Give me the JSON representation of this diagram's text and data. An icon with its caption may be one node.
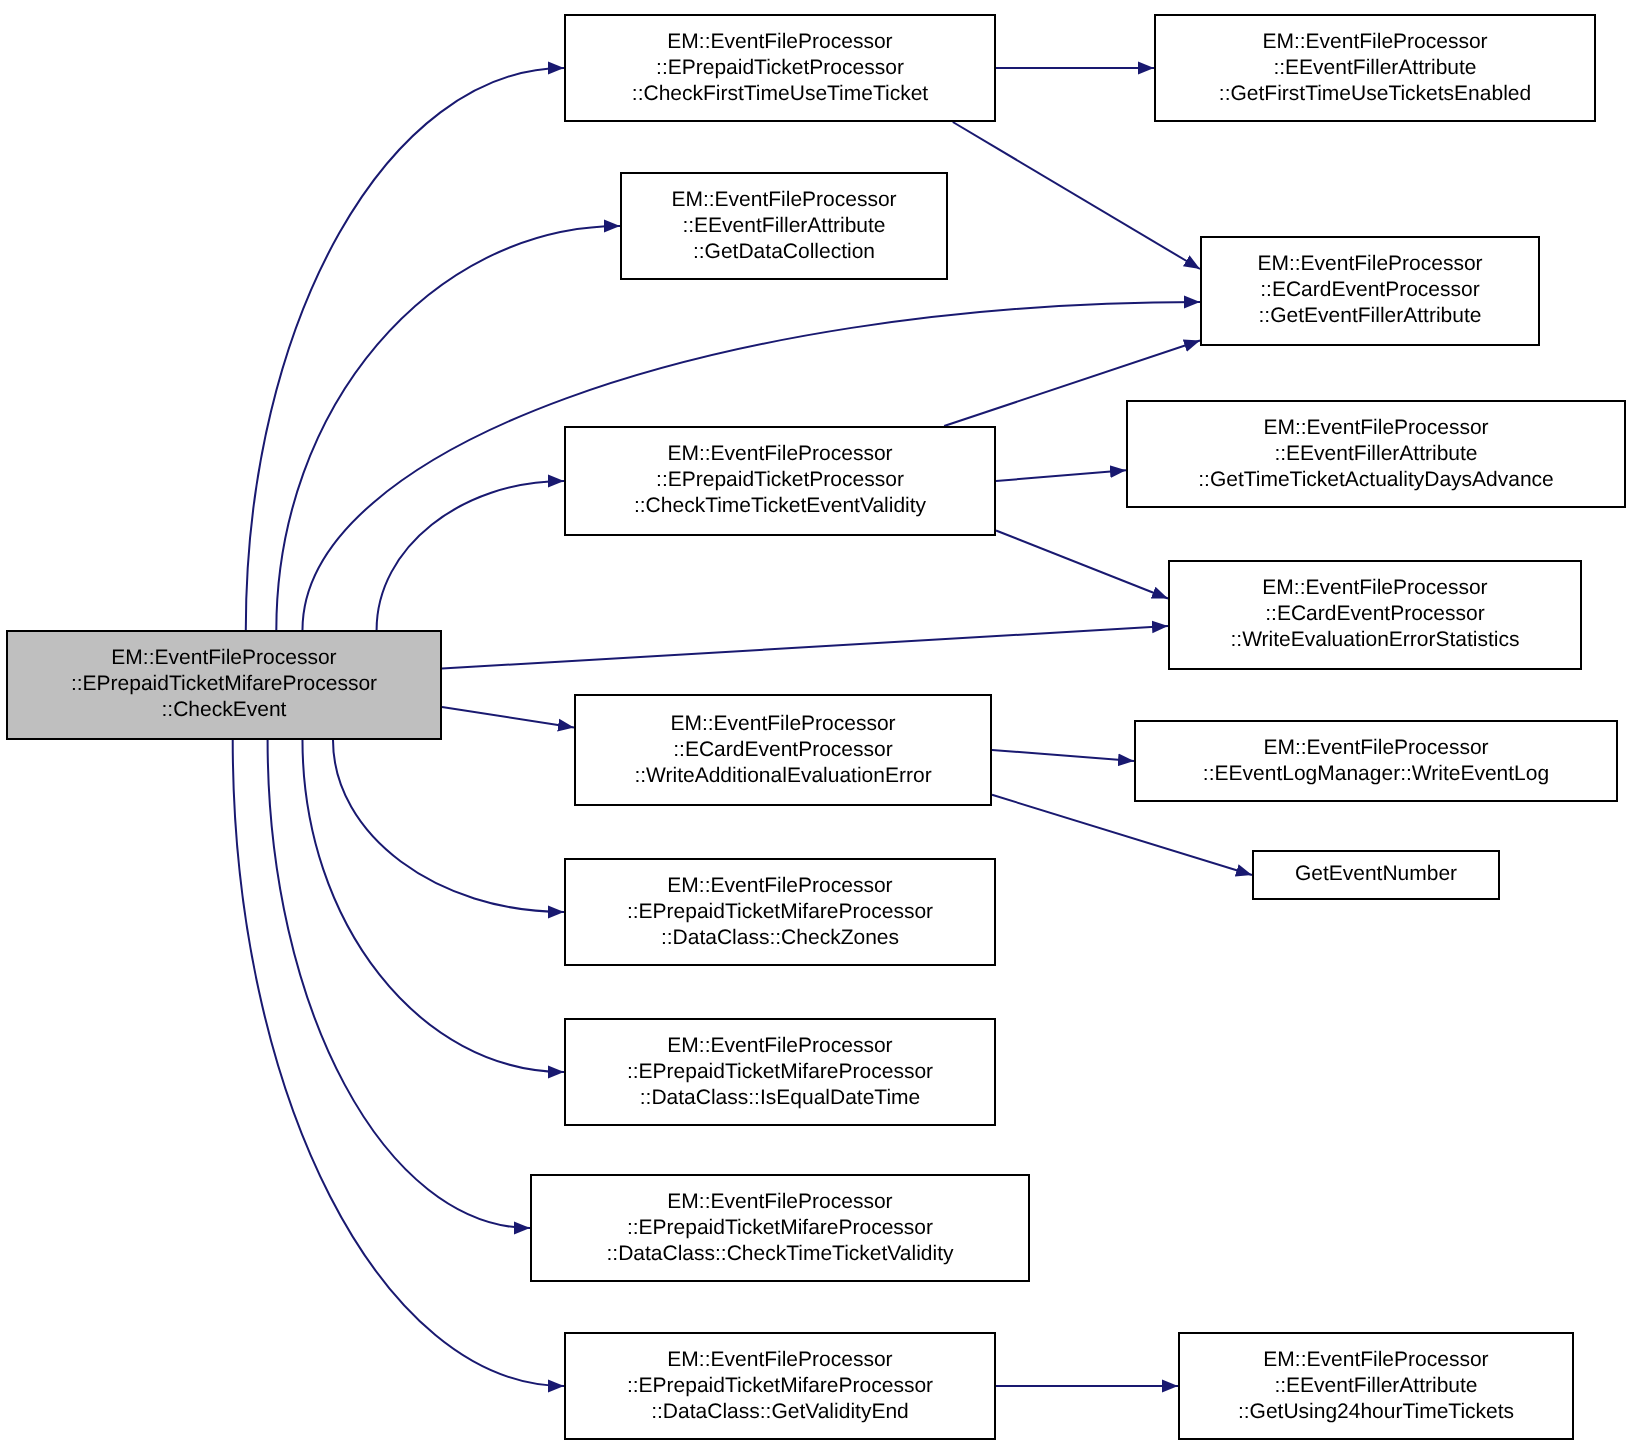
{
  "diagram": {
    "nodes": [
      {
        "text": [
          "EM::EventFileProcessor ::EPrepaidTicketMifareProcessor ::CheckEvent"
        ]
      },
      {
        "text": [
          "EM::EventFileProcessor ::EPrepaidTicketProcessor ::CheckFirstTimeUseTimeTicket"
        ]
      },
      {
        "text": [
          "EM::EventFileProcessor ::EEventFillerAttribute ::GetFirstTimeUseTicketsEnabled"
        ]
      },
      {
        "text": [
          "EM::EventFileProcessor ::EEventFillerAttribute ::GetDataCollection"
        ]
      },
      {
        "text": [
          "EM::EventFileProcessor ::ECardEventProcessor ::GetEventFillerAttribute"
        ]
      },
      {
        "text": [
          "EM::EventFileProcessor ::EPrepaidTicketProcessor ::CheckTimeTicketEventValidity"
        ]
      },
      {
        "text": [
          "EM::EventFileProcessor ::EEventFillerAttribute ::GetTimeTicketActualityDaysAdvance"
        ]
      },
      {
        "text": [
          "EM::EventFileProcessor ::ECardEventProcessor ::WriteEvaluationErrorStatistics"
        ]
      },
      {
        "text": [
          "EM::EventFileProcessor ::ECardEventProcessor ::WriteAdditionalEvaluationError"
        ]
      },
      {
        "text": [
          "EM::EventFileProcessor ::EEventLogManager::WriteEventLog"
        ]
      },
      {
        "text": [
          "GetEventNumber"
        ]
      },
      {
        "text": [
          "EM::EventFileProcessor ::EPrepaidTicketMifareProcessor ::DataClass::CheckZones"
        ]
      },
      {
        "text": [
          "EM::EventFileProcessor ::EPrepaidTicketMifareProcessor ::DataClass::IsEqualDateTime"
        ]
      },
      {
        "text": [
          "EM::EventFileProcessor ::EPrepaidTicketMifareProcessor ::DataClass::CheckTimeTicketValidity"
        ]
      },
      {
        "text": [
          "EM::EventFileProcessor ::EPrepaidTicketMifareProcessor ::DataClass::GetValidityEnd"
        ]
      },
      {
        "text": [
          "EM::EventFileProcessor ::EEventFillerAttribute ::GetUsing24hourTimeTickets"
        ]
      }
    ],
    "edges": [
      {
        "from": 0,
        "to": 1,
        "arrow": "to"
      },
      {
        "from": 0,
        "to": 3,
        "arrow": "to"
      },
      {
        "from": 0,
        "to": 4,
        "arrow": "to"
      },
      {
        "from": 0,
        "to": 5,
        "arrow": "to"
      },
      {
        "from": 0,
        "to": 7,
        "arrow": "to"
      },
      {
        "from": 0,
        "to": 8,
        "arrow": "to"
      },
      {
        "from": 0,
        "to": 11,
        "arrow": "to"
      },
      {
        "from": 0,
        "to": 12,
        "arrow": "to"
      },
      {
        "from": 0,
        "to": 13,
        "arrow": "to"
      },
      {
        "from": 0,
        "to": 14,
        "arrow": "to"
      },
      {
        "from": 1,
        "to": 2,
        "arrow": "to"
      },
      {
        "from": 1,
        "to": 4,
        "arrow": "to"
      },
      {
        "from": 5,
        "to": 4,
        "arrow": "to"
      },
      {
        "from": 5,
        "to": 6,
        "arrow": "to"
      },
      {
        "from": 5,
        "to": 7,
        "arrow": "to"
      },
      {
        "from": 8,
        "to": 9,
        "arrow": "to"
      },
      {
        "from": 8,
        "to": 10,
        "arrow": "to"
      },
      {
        "from": 14,
        "to": 15,
        "arrow": "to"
      }
    ]
  }
}
